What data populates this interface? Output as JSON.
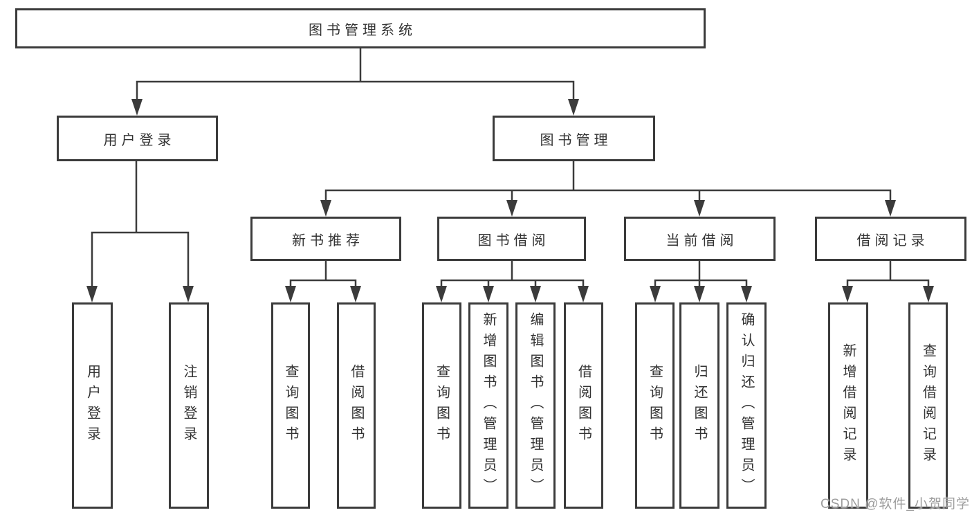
{
  "diagram_title": "图书管理系统",
  "tree": {
    "root": {
      "label": "图书管理系统"
    },
    "user_login": {
      "label": "用户登录",
      "children": [
        {
          "label": "用户登录"
        },
        {
          "label": "注销登录"
        }
      ]
    },
    "book_management": {
      "label": "图书管理",
      "children": [
        {
          "label": "新书推荐",
          "children": [
            {
              "label": "查询图书"
            },
            {
              "label": "借阅图书"
            }
          ]
        },
        {
          "label": "图书借阅",
          "children": [
            {
              "label": "查询图书"
            },
            {
              "label": "新增图书（管理员）"
            },
            {
              "label": "编辑图书（管理员）"
            },
            {
              "label": "借阅图书"
            }
          ]
        },
        {
          "label": "当前借阅",
          "children": [
            {
              "label": "查询图书"
            },
            {
              "label": "归还图书"
            },
            {
              "label": "确认归还（管理员）"
            }
          ]
        },
        {
          "label": "借阅记录",
          "children": [
            {
              "label": "新增借阅记录"
            },
            {
              "label": "查询借阅记录"
            }
          ]
        }
      ]
    }
  },
  "watermark": {
    "text": "CSDN @软件_小贺同学"
  },
  "colors": {
    "line": "#3b3b3b",
    "text": "#333333",
    "watermark": "#9d9d9d",
    "background": "#ffffff"
  }
}
